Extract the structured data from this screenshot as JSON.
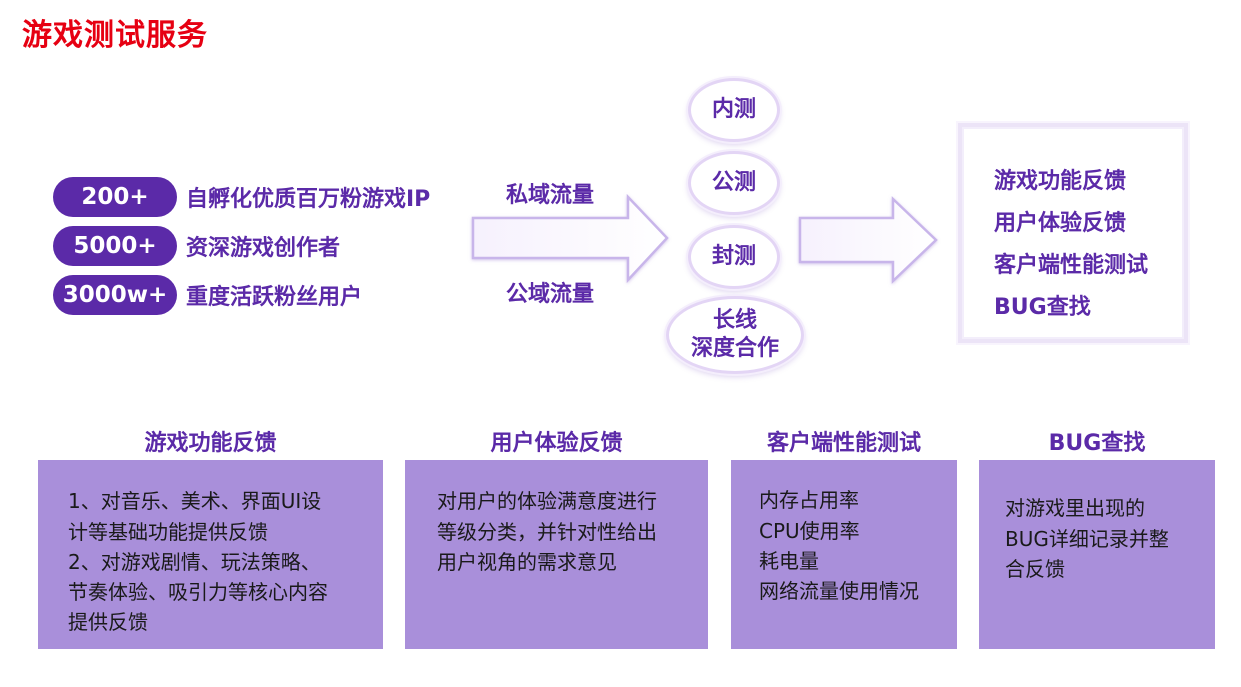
{
  "title": "游戏测试服务",
  "stats": [
    {
      "value": "200+",
      "label": "自孵化优质百万粉游戏IP"
    },
    {
      "value": "5000+",
      "label": "资深游戏创作者"
    },
    {
      "value": "3000w+",
      "label": "重度活跃粉丝用户"
    }
  ],
  "flow": {
    "top_label": "私域流量",
    "bottom_label": "公域流量"
  },
  "stages": [
    {
      "lines": [
        "内测"
      ]
    },
    {
      "lines": [
        "公测"
      ]
    },
    {
      "lines": [
        "封测"
      ]
    },
    {
      "lines": [
        "长线",
        "深度合作"
      ]
    }
  ],
  "results": [
    "游戏功能反馈",
    "用户体验反馈",
    "客户端性能测试",
    "BUG查找"
  ],
  "cards": [
    {
      "heading": "游戏功能反馈",
      "lines": [
        "1、对音乐、美术、界面UI设",
        "计等基础功能提供反馈",
        "2、对游戏剧情、玩法策略、",
        "节奏体验、吸引力等核心内容",
        "提供反馈"
      ]
    },
    {
      "heading": "用户体验反馈",
      "lines": [
        "对用户的体验满意度进行",
        "等级分类，并针对性给出",
        "用户视角的需求意见"
      ]
    },
    {
      "heading": "客户端性能测试",
      "lines": [
        "内存占用率",
        "CPU使用率",
        "耗电量",
        "网络流量使用情况"
      ]
    },
    {
      "heading": "BUG查找",
      "lines": [
        "对游戏里出现的",
        "BUG详细记录并整",
        "合反馈"
      ]
    }
  ],
  "colors": {
    "title": "#e60012",
    "accent": "#5b2aa8",
    "card": "#a98fda"
  }
}
